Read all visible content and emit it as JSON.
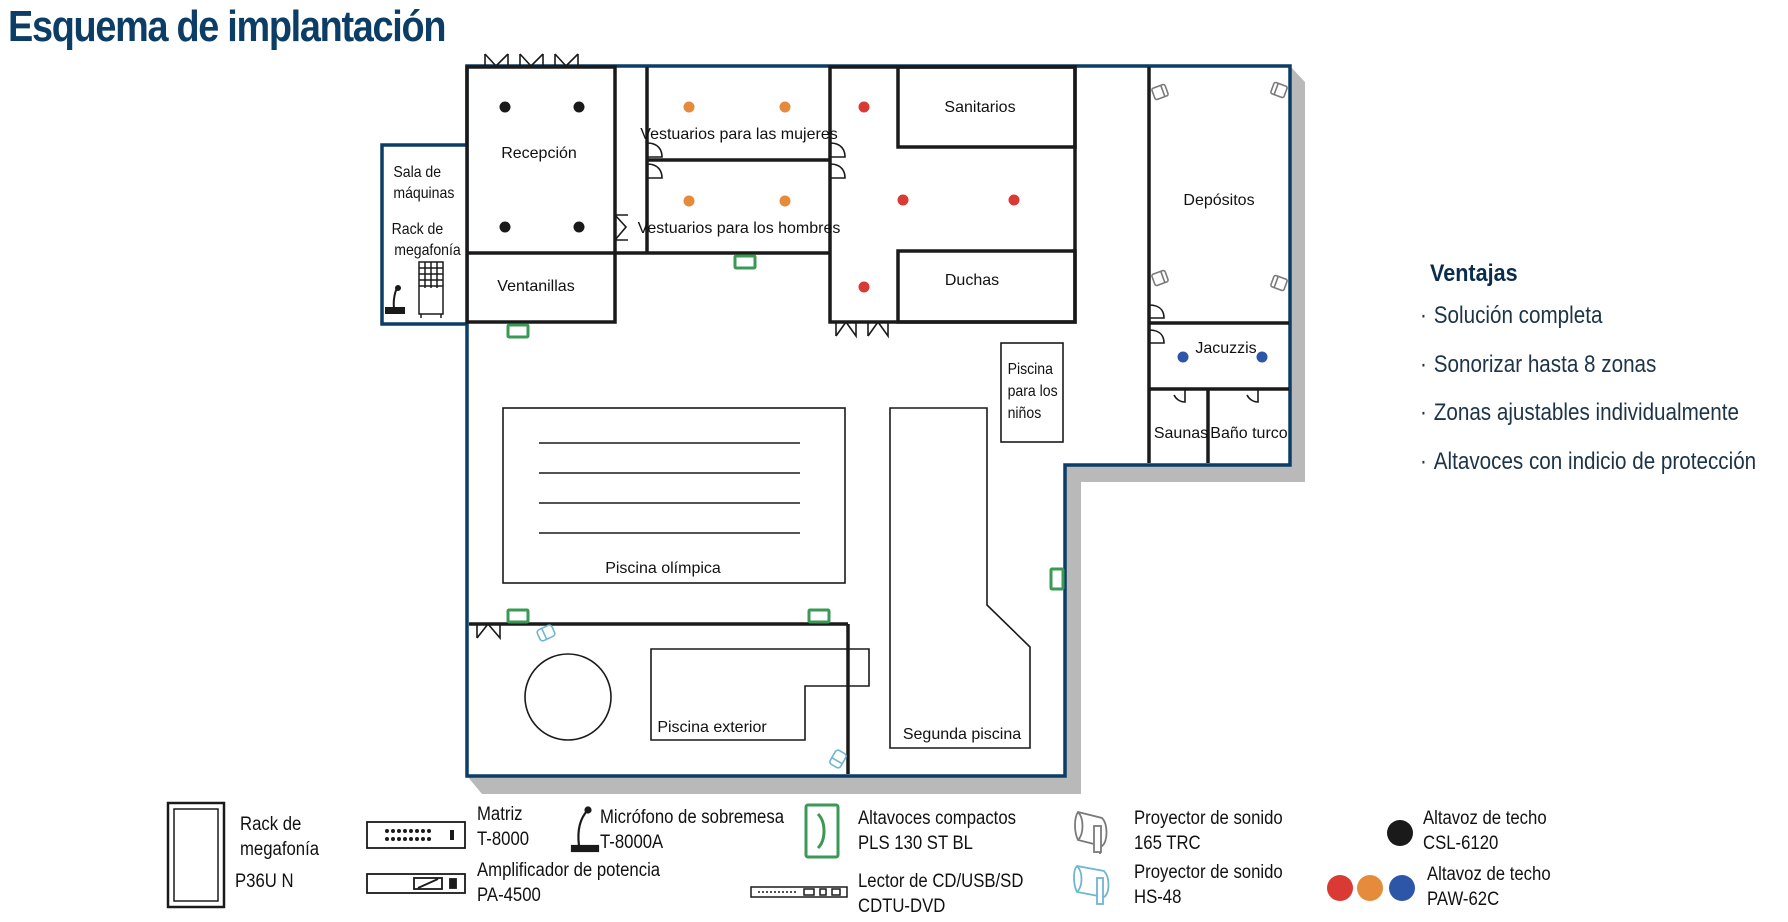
{
  "title": "Esquema de implantación",
  "rooms": {
    "sala_maquinas": "Sala de máquinas",
    "rack_megafonia": "Rack de megafonía",
    "recepcion": "Recepción",
    "ventanillas": "Ventanillas",
    "vestuarios_mujeres": "Vestuarios para las mujeres",
    "vestuarios_hombres": "Vestuarios para los hombres",
    "sanitarios": "Sanitarios",
    "duchas": "Duchas",
    "depositos": "Depósitos",
    "jacuzzis": "Jacuzzis",
    "saunas": "Saunas",
    "bano_turco": "Baño turco",
    "piscina_ninos": "Piscina para los niños",
    "piscina_olimpica": "Piscina olímpica",
    "piscina_exterior": "Piscina exterior",
    "segunda_piscina": "Segunda piscina"
  },
  "advantages": {
    "title": "Ventajas",
    "items": [
      "Solución completa",
      "Sonorizar hasta 8 zonas",
      "Zonas ajustables individualmente",
      "Altavoces con indicio de protección"
    ]
  },
  "legend": {
    "rack": [
      "Rack de",
      "megafonía",
      "P36U N"
    ],
    "matrix": [
      "Matriz",
      "T-8000"
    ],
    "amplifier": [
      "Amplificador de potencia",
      "PA-4500"
    ],
    "microphone": [
      "Micrófono de sobremesa",
      "T-8000A"
    ],
    "cd_player": [
      "Lector de CD/USB/SD",
      "CDTU-DVD"
    ],
    "compact_speakers": [
      "Altavoces compactos",
      "PLS 130 ST BL"
    ],
    "projector_165": [
      "Proyector de sonido",
      "165 TRC"
    ],
    "projector_hs48": [
      "Proyector de sonido",
      "HS-48"
    ],
    "ceiling_csl": [
      "Altavoz de techo",
      "CSL-6120"
    ],
    "ceiling_paw": [
      "Altavoz de techo",
      "PAW-62C"
    ]
  },
  "colors": {
    "title": "#0b3d66",
    "outer_wall": "#0b3d66",
    "shadow": "#b9b9b9",
    "black_speaker": "#1a1a1a",
    "orange_speaker": "#e68a3c",
    "red_speaker": "#d93a34",
    "blue_speaker": "#2d56a8",
    "green_speaker": "#3a9a55",
    "cyan_projector": "#6fb6cf",
    "gray_projector": "#7a7a7a"
  }
}
